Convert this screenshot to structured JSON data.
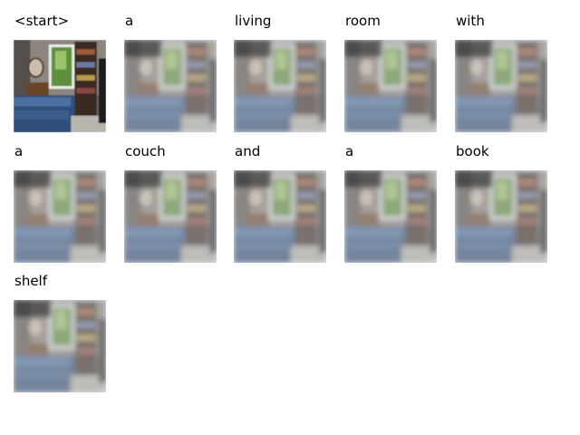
{
  "caption_tokens": [
    {
      "word": "<start>",
      "attention": "original"
    },
    {
      "word": "a",
      "attention": "blurred"
    },
    {
      "word": "living",
      "attention": "blurred"
    },
    {
      "word": "room",
      "attention": "blurred"
    },
    {
      "word": "with",
      "attention": "blurred"
    },
    {
      "word": "a",
      "attention": "blurred"
    },
    {
      "word": "couch",
      "attention": "blurred"
    },
    {
      "word": "and",
      "attention": "blurred"
    },
    {
      "word": "a",
      "attention": "blurred"
    },
    {
      "word": "book",
      "attention": "blurred"
    },
    {
      "word": "shelf",
      "attention": "blurred"
    }
  ]
}
